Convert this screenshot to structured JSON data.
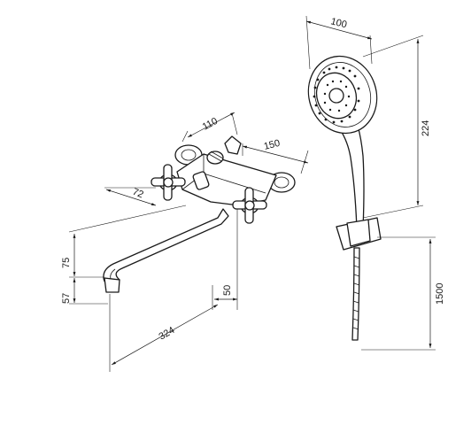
{
  "dimensions": {
    "mixer_depth": "110",
    "handle_spread": "150",
    "handle_offset": "72",
    "spout_height": "75",
    "outlet_height": "57",
    "wall_offset": "50",
    "spout_length": "324",
    "head_width": "100",
    "shower_length": "224",
    "hose_length": "1500"
  },
  "colors": {
    "line": "#1a1a1a",
    "background": "#ffffff"
  }
}
